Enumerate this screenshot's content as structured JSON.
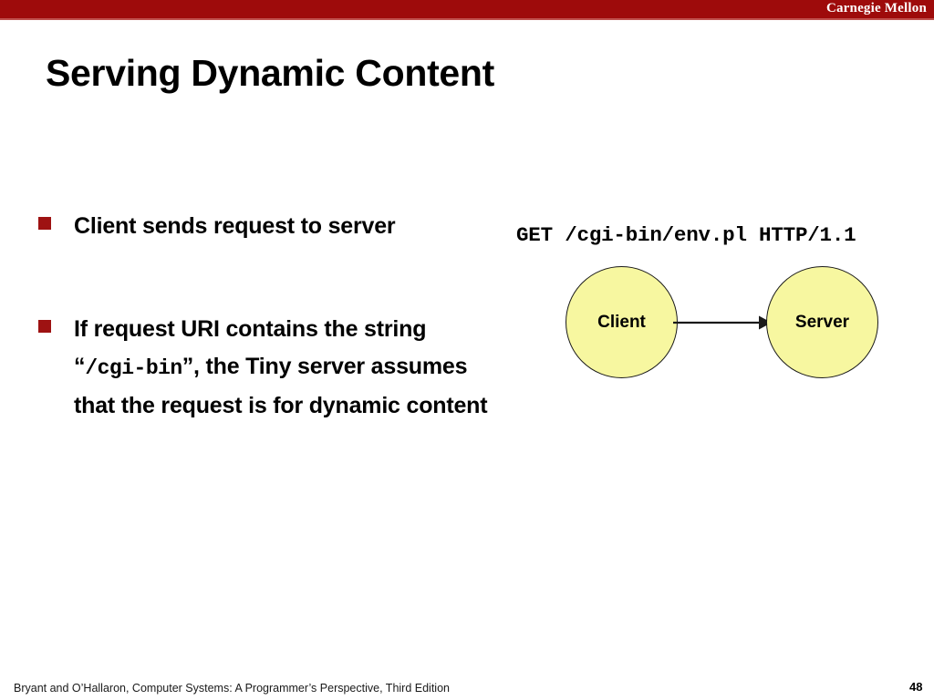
{
  "banner": {
    "institution": "Carnegie Mellon"
  },
  "slide": {
    "title": "Serving Dynamic Content",
    "page_number": "48",
    "footer": "Bryant and O’Hallaron, Computer Systems: A Programmer’s Perspective, Third Edition"
  },
  "bullets": [
    {
      "marker": "square-bullet",
      "text": "Client sends request to server"
    },
    {
      "marker": "square-bullet",
      "part1": "If request URI contains the string “",
      "code": "/cgi-bin",
      "part2": "”, the Tiny server assumes that the request is for dynamic content"
    }
  ],
  "request": {
    "line": "GET /cgi-bin/env.pl HTTP/1.1"
  },
  "diagram": {
    "nodes": [
      {
        "id": "client",
        "label": "Client"
      },
      {
        "id": "server",
        "label": "Server"
      }
    ],
    "edge": {
      "from": "client",
      "to": "server",
      "direction": "right",
      "arrow": "request-arrow"
    }
  },
  "colors": {
    "banner_red": "#9e0b0b",
    "banner_rule": "#c0504d",
    "bullet_red": "#9e1212",
    "node_fill": "#f7f7a0",
    "node_stroke": "#1a1a1a",
    "text": "#000000",
    "background": "#ffffff"
  }
}
